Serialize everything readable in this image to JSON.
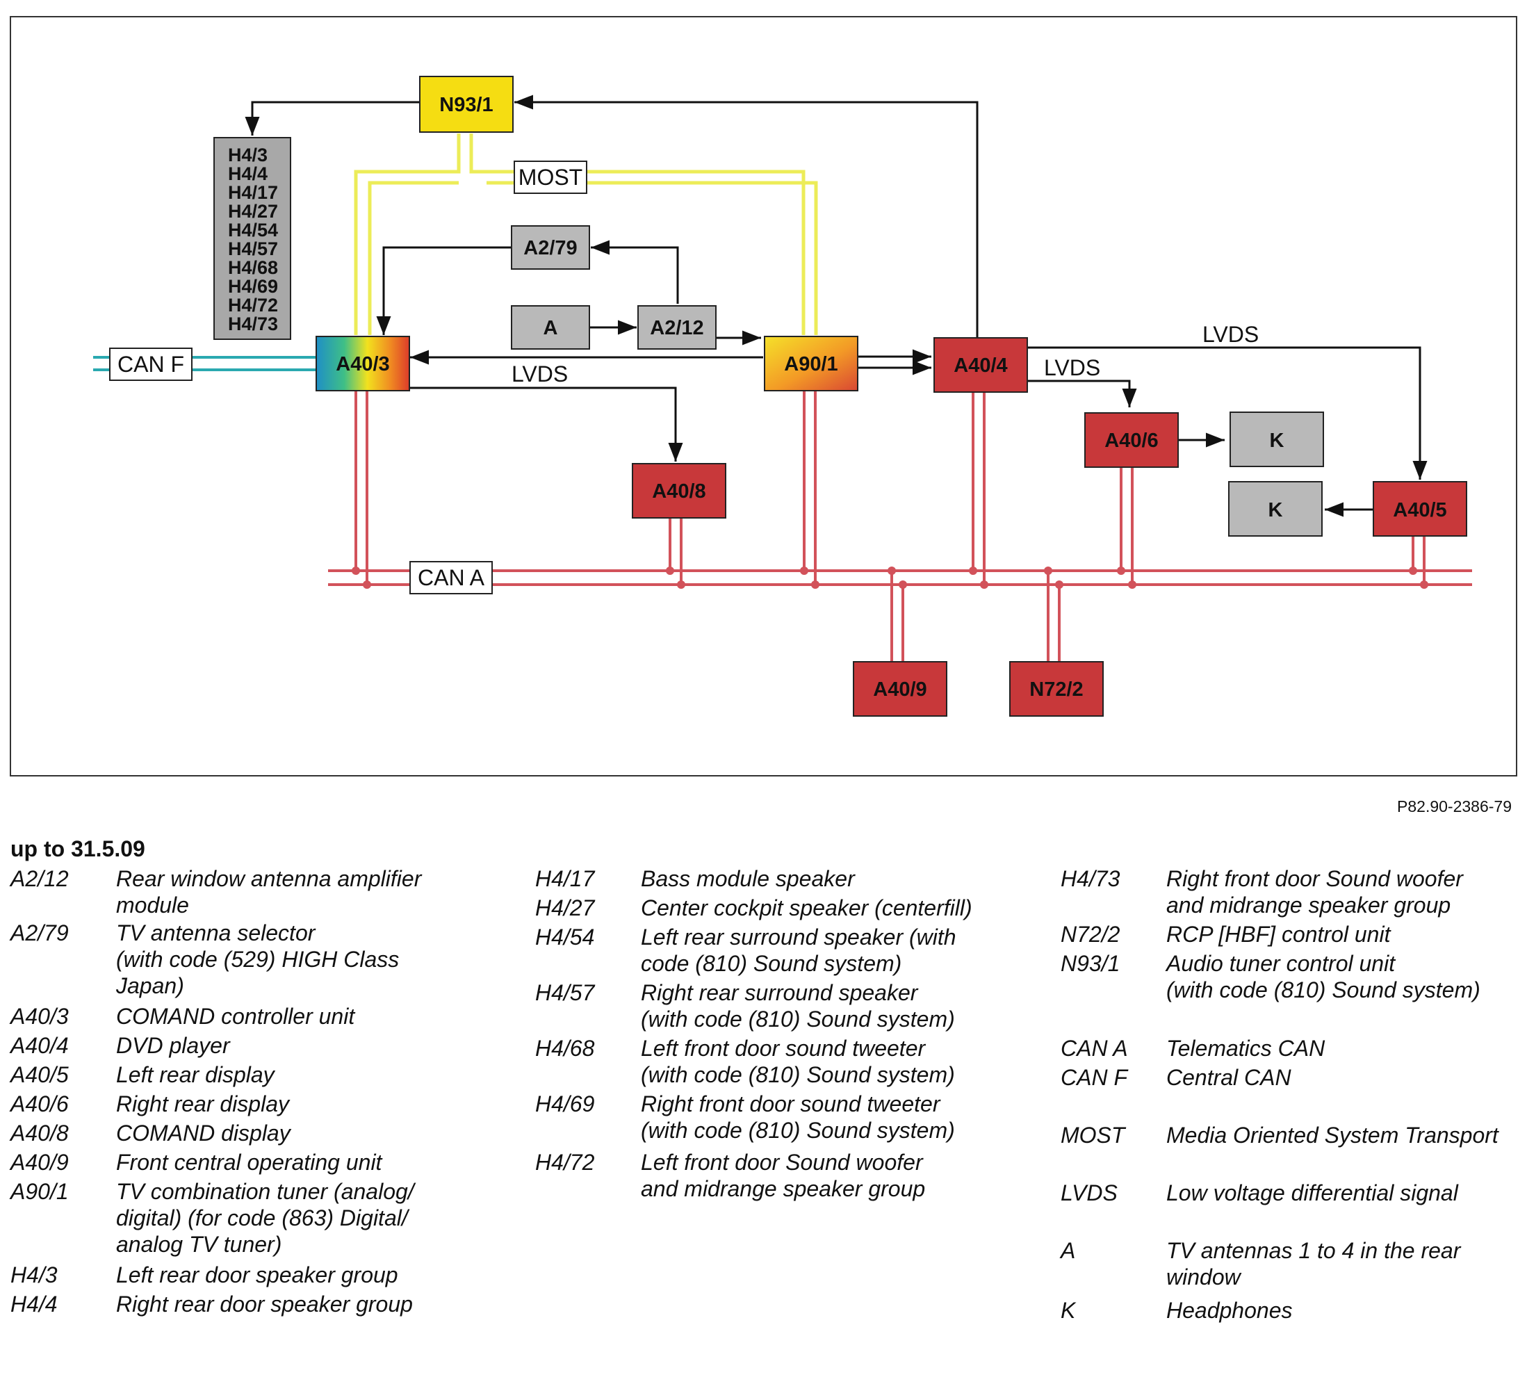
{
  "colors": {
    "yellow": "#f5dd12",
    "red": "#c8383a",
    "gray": "#b9b9b9",
    "can_f_line": "#2aa9b0",
    "most_line": "#ecec58",
    "can_a_line": "#d2525a",
    "arrow": "#111111"
  },
  "diagram": {
    "nodes": {
      "n93_1": "N93/1",
      "a2_79": "A2/79",
      "a": "A",
      "a2_12": "A2/12",
      "a40_3": "A40/3",
      "a90_1": "A90/1",
      "a40_4": "A40/4",
      "a40_6": "A40/6",
      "k1": "K",
      "k2": "K",
      "a40_5": "A40/5",
      "a40_8": "A40/8",
      "a40_9": "A40/9",
      "n72_2": "N72/2"
    },
    "speaker_stack": [
      "H4/3",
      "H4/4",
      "H4/17",
      "H4/27",
      "H4/54",
      "H4/57",
      "H4/68",
      "H4/69",
      "H4/72",
      "H4/73"
    ],
    "tags": {
      "can_f": "CAN F",
      "most": "MOST",
      "can_a": "CAN A",
      "lvds_1": "LVDS",
      "lvds_2": "LVDS",
      "lvds_3": "LVDS"
    }
  },
  "figure_ref": "P82.90-2386-79",
  "legend": {
    "title": "up to 31.5.09",
    "columns": [
      [
        {
          "code": "A2/12",
          "desc": "Rear window antenna amplifier\nmodule"
        },
        {
          "code": "A2/79",
          "desc": "TV antenna selector\n(with code (529) HIGH Class\nJapan)"
        },
        {
          "code": "A40/3",
          "desc": "COMAND controller unit"
        },
        {
          "code": "A40/4",
          "desc": "DVD player"
        },
        {
          "code": "A40/5",
          "desc": "Left rear display"
        },
        {
          "code": "A40/6",
          "desc": "Right rear display"
        },
        {
          "code": "A40/8",
          "desc": "COMAND display"
        },
        {
          "code": "A40/9",
          "desc": "Front central operating unit"
        },
        {
          "code": "A90/1",
          "desc": "TV combination tuner (analog/\ndigital) (for code (863) Digital/\nanalog TV tuner)"
        },
        {
          "code": "H4/3",
          "desc": "Left rear door speaker group"
        },
        {
          "code": "H4/4",
          "desc": "Right rear door speaker group"
        }
      ],
      [
        {
          "code": "H4/17",
          "desc": "Bass module speaker"
        },
        {
          "code": "H4/27",
          "desc": "Center cockpit speaker (centerfill)"
        },
        {
          "code": "H4/54",
          "desc": "Left rear surround speaker (with\ncode (810) Sound system)"
        },
        {
          "code": "H4/57",
          "desc": "Right rear surround speaker\n(with code (810) Sound system)"
        },
        {
          "code": "H4/68",
          "desc": "Left front door sound tweeter\n(with code (810) Sound system)"
        },
        {
          "code": "H4/69",
          "desc": "Right front door sound tweeter\n(with code (810) Sound system)"
        },
        {
          "code": "H4/72",
          "desc": "Left front door Sound woofer\nand midrange speaker group"
        }
      ],
      [
        {
          "code": "H4/73",
          "desc": "Right front door Sound woofer\nand midrange speaker group"
        },
        {
          "code": "N72/2",
          "desc": "RCP [HBF] control unit"
        },
        {
          "code": "N93/1",
          "desc": "Audio tuner control unit\n(with code (810) Sound system)"
        },
        {
          "code": "CAN A",
          "desc": "Telematics CAN"
        },
        {
          "code": "CAN F",
          "desc": "Central CAN"
        },
        {
          "code": "MOST",
          "desc": "Media Oriented System Transport"
        },
        {
          "code": "LVDS",
          "desc": "Low voltage differential signal"
        },
        {
          "code": "A",
          "desc": "TV antennas 1 to 4 in the rear\nwindow"
        },
        {
          "code": "K",
          "desc": "Headphones"
        }
      ]
    ]
  }
}
